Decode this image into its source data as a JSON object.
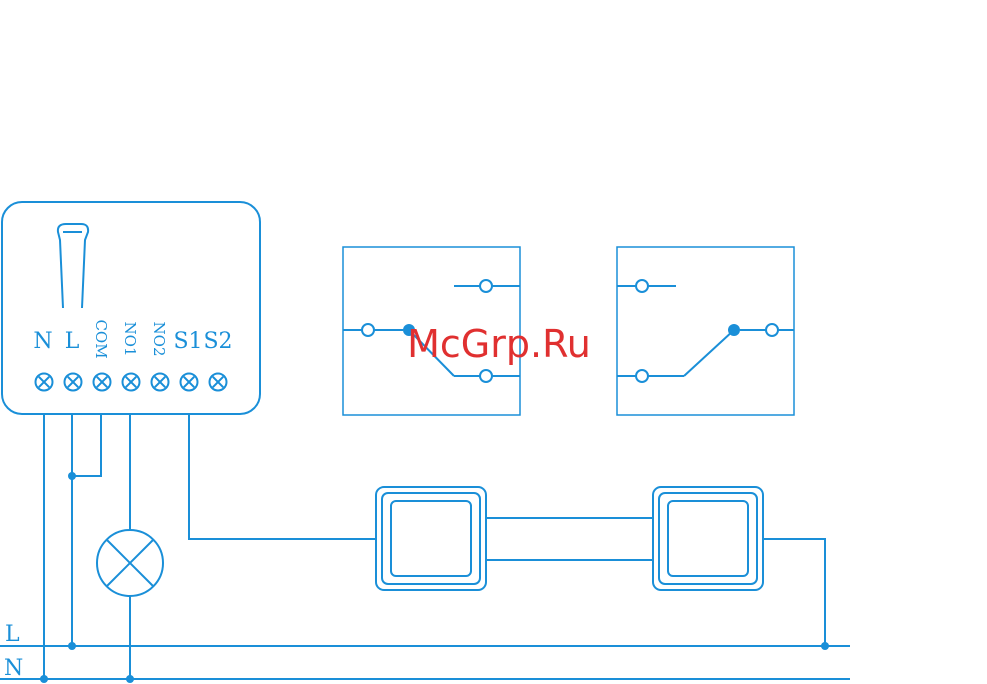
{
  "colors": {
    "wire": "#1a8fd8",
    "watermark": "#e03030",
    "background": "#ffffff"
  },
  "module": {
    "terminals": [
      "N",
      "L",
      "COM",
      "NO1",
      "NO2",
      "S1",
      "S2"
    ]
  },
  "bus": {
    "line_label": "L",
    "neutral_label": "N"
  },
  "watermark": "McGrp.Ru",
  "icons": [
    "antenna-icon",
    "screw-terminal-icon",
    "lamp-icon",
    "wall-switch-icon",
    "switch-contact-icon"
  ]
}
